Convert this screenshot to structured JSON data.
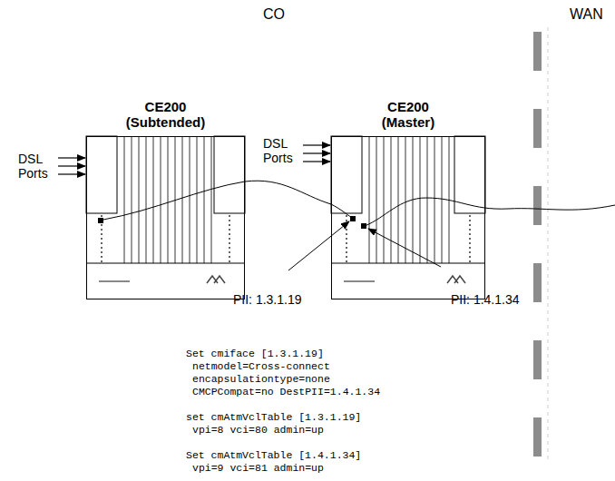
{
  "diagram": {
    "nodes": [
      {
        "text": [
          "CE200 (Subtended)"
        ]
      },
      {
        "text": [
          "CE200 (Master)"
        ]
      }
    ],
    "edges": [
      {
        "from": 0,
        "to": 1,
        "arrow": "none"
      }
    ],
    "labels": [
      "CO",
      "WAN",
      "DSL Ports",
      "DSL Ports",
      "PII: 1.3.1.19",
      "PII: 1.4.1.34",
      "Set cmiface [1.3.1.19]",
      "netmodel=Cross-connect",
      "encapsulationtype=none",
      "CMCPCompat=no DestPII=1.4.1.34",
      "set cmAtmVclTable [1.3.1.19]",
      "vpi=8 vci=80 admin=up",
      "Set cmAtmVclTable [1.4.1.34]",
      "vpi=9 vci=81 admin=up"
    ]
  }
}
